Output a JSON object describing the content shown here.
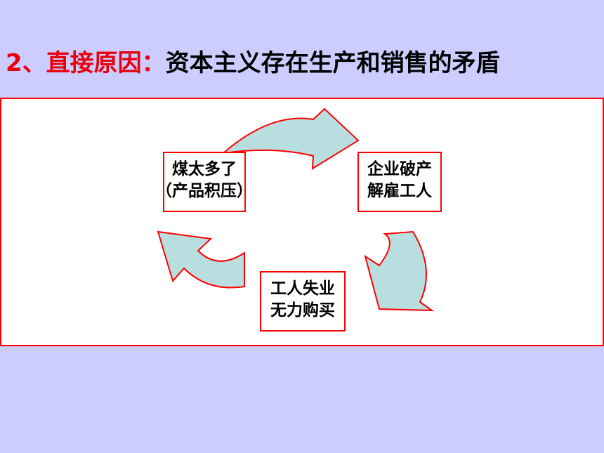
{
  "title": {
    "prefix": "2、直接原因：",
    "text": "资本主义存在生产和销售的矛盾"
  },
  "nodes": {
    "overproduction": {
      "line1": "煤太多了",
      "line2": "（产品积压）"
    },
    "bankruptcy": {
      "line1": "企业破产",
      "line2": "解雇工人"
    },
    "unemployment": {
      "line1": "工人失业",
      "line2": "无力购买"
    }
  },
  "colors": {
    "background": "#CCCCFF",
    "title_red": "#E8000B",
    "border_red": "#FF0000",
    "arrow_fill": "#B9DEDF"
  }
}
